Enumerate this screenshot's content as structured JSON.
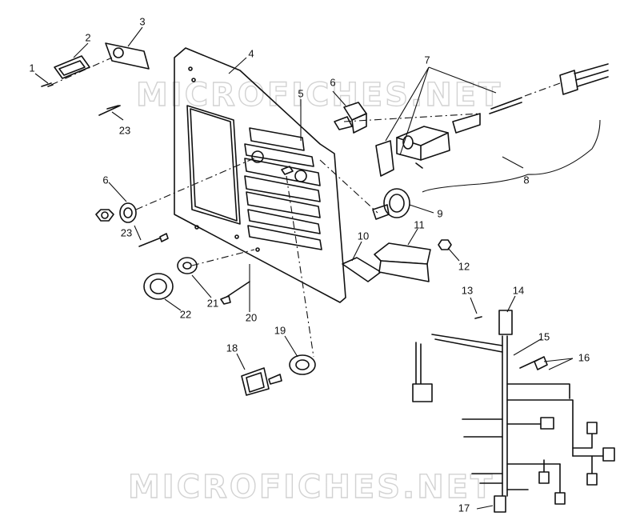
{
  "watermark": {
    "text": "MICROFICHES.NET"
  },
  "callouts": [
    "1",
    "2",
    "3",
    "4",
    "5",
    "6",
    "6",
    "7",
    "8",
    "9",
    "10",
    "11",
    "12",
    "13",
    "14",
    "15",
    "16",
    "17",
    "18",
    "19",
    "20",
    "21",
    "22",
    "23",
    "23"
  ]
}
